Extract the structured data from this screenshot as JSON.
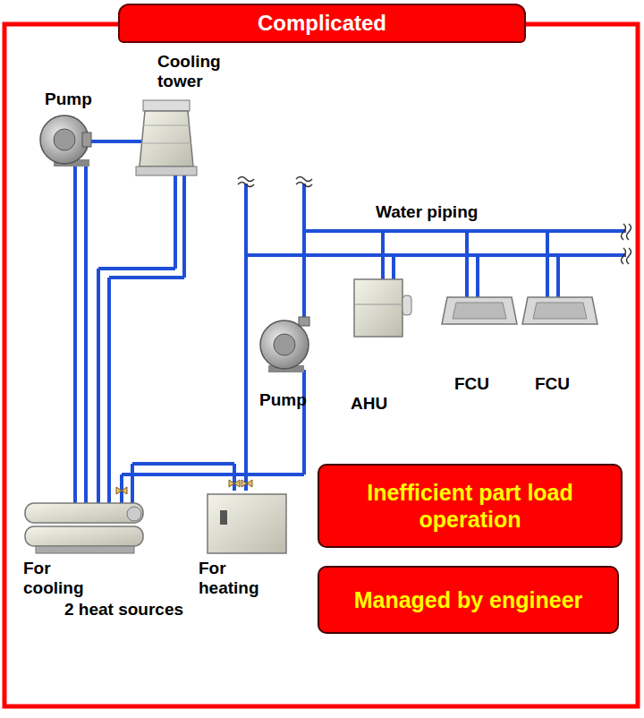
{
  "diagram": {
    "nodes": [
      {
        "text": [
          "Complicated"
        ]
      },
      {
        "text": [
          "Inefficient part load operation"
        ]
      },
      {
        "text": [
          "Managed by engineer"
        ]
      }
    ],
    "labels": [
      "Cooling tower",
      "Pump",
      "Water piping",
      "Pump",
      "AHU",
      "FCU",
      "FCU",
      "For cooling",
      "For heating",
      "2 heat sources"
    ]
  }
}
